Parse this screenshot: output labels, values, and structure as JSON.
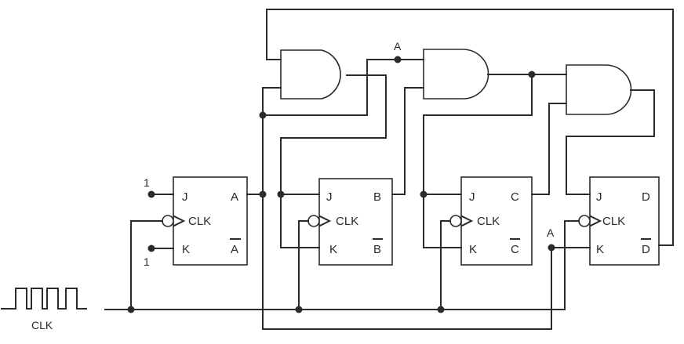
{
  "circuit": {
    "input_clock_label": "CLK",
    "logic_high_label": "1",
    "and_output_label": "A",
    "k_input_label": "A",
    "flip_flops": [
      {
        "j": "J",
        "clk": "CLK",
        "k": "K",
        "q": "A",
        "q_bar": "A"
      },
      {
        "j": "J",
        "clk": "CLK",
        "k": "K",
        "q": "B",
        "q_bar": "B"
      },
      {
        "j": "J",
        "clk": "CLK",
        "k": "K",
        "q": "C",
        "q_bar": "C"
      },
      {
        "j": "J",
        "clk": "CLK",
        "k": "K",
        "q": "D",
        "q_bar": "D"
      }
    ],
    "and_gates": [
      {
        "inputs": [
          "D",
          "A"
        ]
      },
      {
        "inputs": [
          "A",
          "B"
        ]
      },
      {
        "inputs": [
          "A·B",
          "C"
        ]
      }
    ]
  }
}
